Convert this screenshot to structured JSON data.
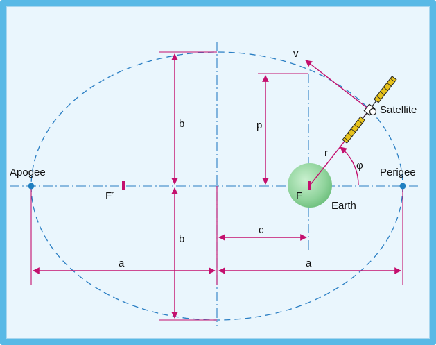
{
  "labels": {
    "apogee": "Apogee",
    "perigee": "Perigee",
    "satellite": "Satellite",
    "earth": "Earth",
    "focus_right": "F",
    "focus_left": "F´",
    "velocity": "v",
    "radius": "r",
    "angle": "φ",
    "semi_major_left": "a",
    "semi_major_right": "a",
    "semi_minor_top": "b",
    "semi_minor_bottom": "b",
    "focal_distance": "c",
    "parameter": "p"
  },
  "colors": {
    "frame": "#59b9e6",
    "panel": "#eaf6fd",
    "orbit_dash": "#2b7fc4",
    "dimension": "#c4106e",
    "earth": "#9ed9a8",
    "satellite_panel": "#e6c21b",
    "point": "#1f7fc0"
  }
}
